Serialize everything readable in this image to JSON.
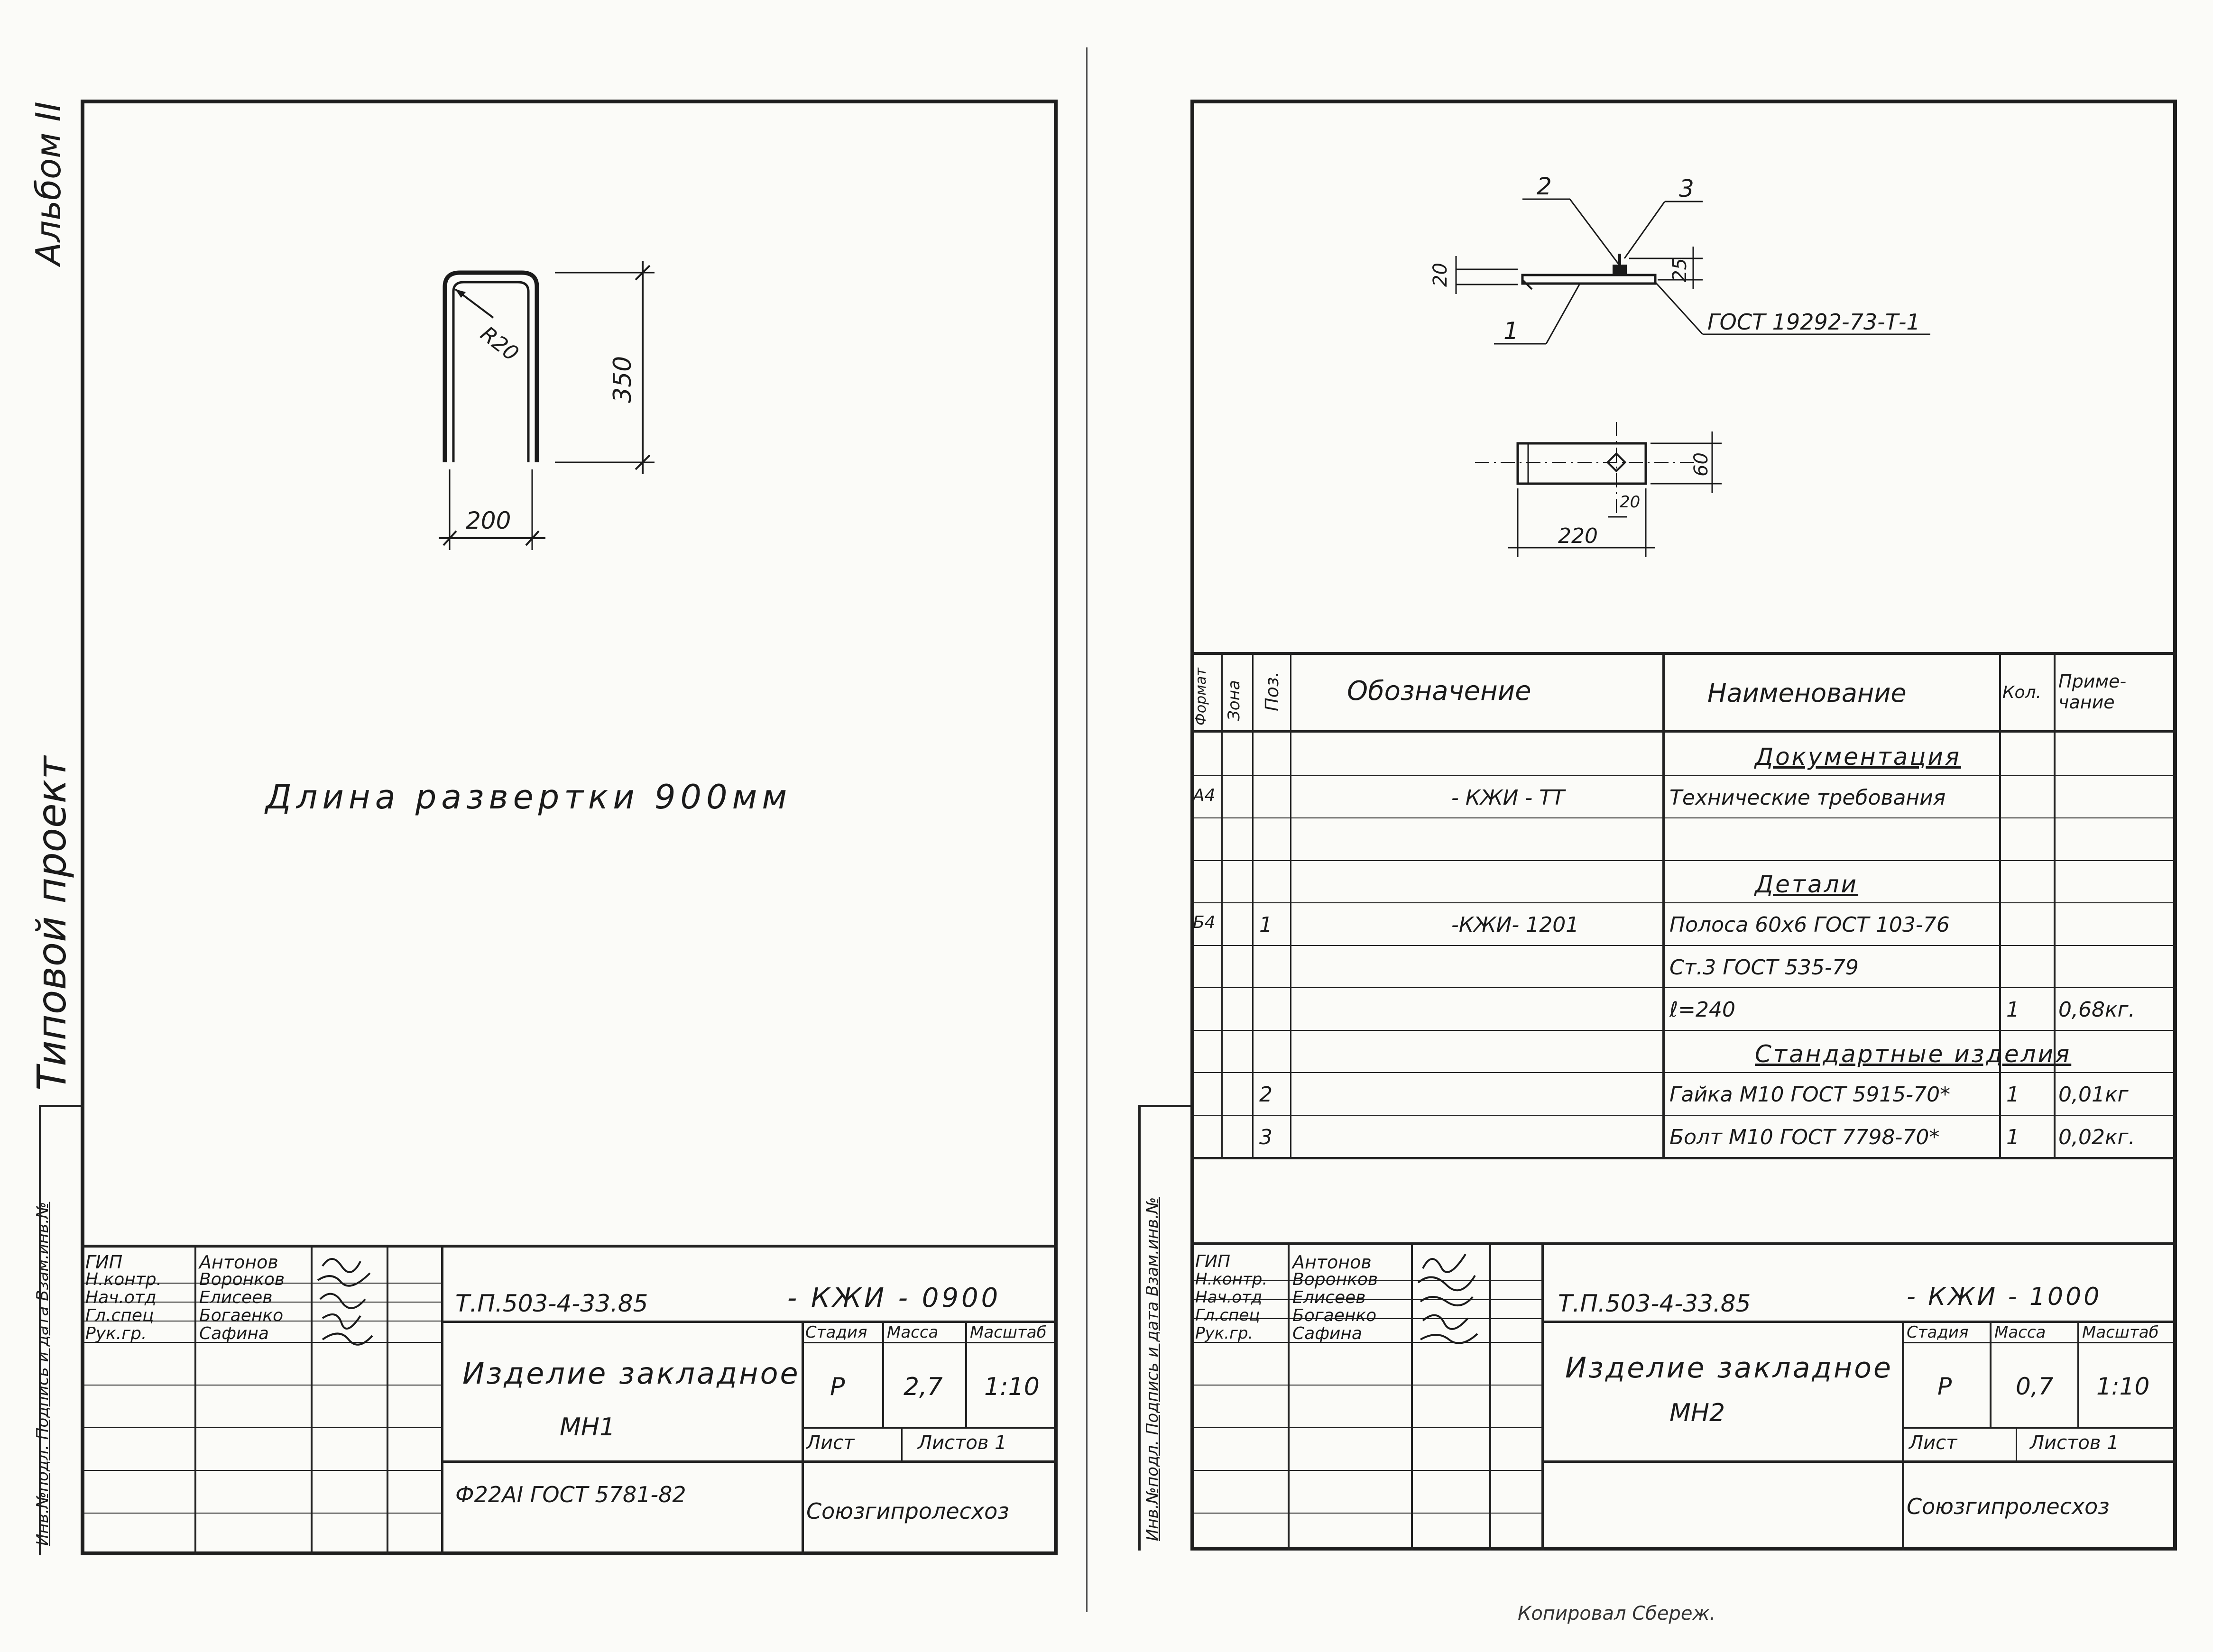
{
  "left_margin": {
    "album": "Альбом II",
    "project": "Типовой проект",
    "stamp_strip": "Инв.№подл. Подпись и дата Взам.инв.№"
  },
  "right_margin": {
    "stamp_strip": "Инв.№подл. Подпись и дата Взам.инв.№"
  },
  "sheet1": {
    "dims": {
      "radius": "R20",
      "height": "350",
      "width": "200"
    },
    "length_note": "Длина развертки 900мм",
    "title_block": {
      "people": [
        {
          "role": "ГИП",
          "name": "Антонов"
        },
        {
          "role": "Н.контр.",
          "name": "Воронков"
        },
        {
          "role": "Нач.отд",
          "name": "Елисеев"
        },
        {
          "role": "Гл.спец",
          "name": "Богаенко"
        },
        {
          "role": "Рук.гр.",
          "name": "Сафина"
        }
      ],
      "project_code": "Т.П.503-4-33.85",
      "doc_code": "- КЖИ - 0900",
      "product_name": "Изделие закладное",
      "product_mark": "МН1",
      "material": "Ф22АI ГОСТ 5781-82",
      "stage_label": "Стадия",
      "mass_label": "Масса",
      "scale_label": "Масштаб",
      "stage": "Р",
      "mass": "2,7",
      "scale": "1:10",
      "sheet_label": "Лист",
      "sheets_label": "Листов 1",
      "organization": "Союзгипролесхоз"
    }
  },
  "sheet2": {
    "drawing": {
      "pos2": "2",
      "pos3": "3",
      "pos1": "1",
      "dim20": "20",
      "dim25": "25",
      "gost_weld": "ГОСТ 19292-73-Т-1",
      "dim60": "60",
      "dim20b": "20",
      "dim220": "220"
    },
    "spec_headers": {
      "format": "Формат",
      "zone": "Зона",
      "pos": "Поз.",
      "designation": "Обозначение",
      "name": "Наименование",
      "qty": "Кол.",
      "note": "Приме-чание"
    },
    "spec_rows": [
      {
        "format": "",
        "pos": "",
        "designation": "",
        "name": "Документация",
        "qty": "",
        "note": "",
        "heading": true
      },
      {
        "format": "А4",
        "pos": "",
        "designation": "- КЖИ - ТТ",
        "name": "Технические требования",
        "qty": "",
        "note": ""
      },
      {
        "format": "",
        "pos": "",
        "designation": "",
        "name": "",
        "qty": "",
        "note": ""
      },
      {
        "format": "",
        "pos": "",
        "designation": "",
        "name": "Детали",
        "qty": "",
        "note": "",
        "heading": true
      },
      {
        "format": "Б4",
        "pos": "1",
        "designation": "-КЖИ- 1201",
        "name": "Полоса  60х6 ГОСТ 103-76",
        "qty": "",
        "note": ""
      },
      {
        "format": "",
        "pos": "",
        "designation": "",
        "name": "Ст.3 ГОСТ 535-79",
        "qty": "",
        "note": ""
      },
      {
        "format": "",
        "pos": "",
        "designation": "",
        "name": "ℓ=240",
        "qty": "1",
        "note": "0,68кг."
      },
      {
        "format": "",
        "pos": "",
        "designation": "",
        "name": "Стандартные изделия",
        "qty": "",
        "note": "",
        "heading": true
      },
      {
        "format": "",
        "pos": "2",
        "designation": "",
        "name": "Гайка М10 ГОСТ 5915-70*",
        "qty": "1",
        "note": "0,01кг"
      },
      {
        "format": "",
        "pos": "3",
        "designation": "",
        "name": "Болт М10 ГОСТ 7798-70*",
        "qty": "1",
        "note": "0,02кг."
      }
    ],
    "title_block": {
      "people": [
        {
          "role": "ГИП",
          "name": "Антонов"
        },
        {
          "role": "Н.контр.",
          "name": "Воронков"
        },
        {
          "role": "Нач.отд",
          "name": "Елисеев"
        },
        {
          "role": "Гл.спец",
          "name": "Богаенко"
        },
        {
          "role": "Рук.гр.",
          "name": "Сафина"
        }
      ],
      "project_code": "Т.П.503-4-33.85",
      "doc_code": "- КЖИ - 1000",
      "product_name": "Изделие закладное",
      "product_mark": "МН2",
      "stage_label": "Стадия",
      "mass_label": "Масса",
      "scale_label": "Масштаб",
      "stage": "Р",
      "mass": "0,7",
      "scale": "1:10",
      "sheet_label": "Лист",
      "sheets_label": "Листов 1",
      "organization": "Союзгипролесхоз"
    }
  },
  "bottom_stamp": "Копировал  Сбереж."
}
